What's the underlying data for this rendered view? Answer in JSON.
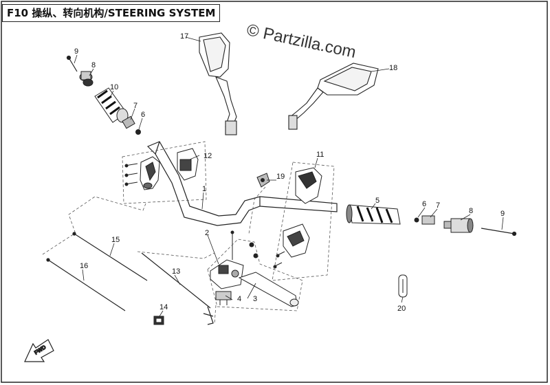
{
  "title": "F10 操纵、转向机构/STEERING SYSTEM",
  "watermark": "© Partzilla.com",
  "fwd_label": "FWD",
  "callouts": {
    "c1": "1",
    "c2": "2",
    "c3": "3",
    "c4": "4",
    "c5": "5",
    "c6a": "6",
    "c6b": "6",
    "c7a": "7",
    "c7b": "7",
    "c8a": "8",
    "c8b": "8",
    "c9a": "9",
    "c9b": "9",
    "c10": "10",
    "c11": "11",
    "c12": "12",
    "c13": "13",
    "c14": "14",
    "c15": "15",
    "c16": "16",
    "c17": "17",
    "c18": "18",
    "c19": "19",
    "c20": "20"
  },
  "colors": {
    "line": "#222222",
    "background": "#ffffff"
  }
}
